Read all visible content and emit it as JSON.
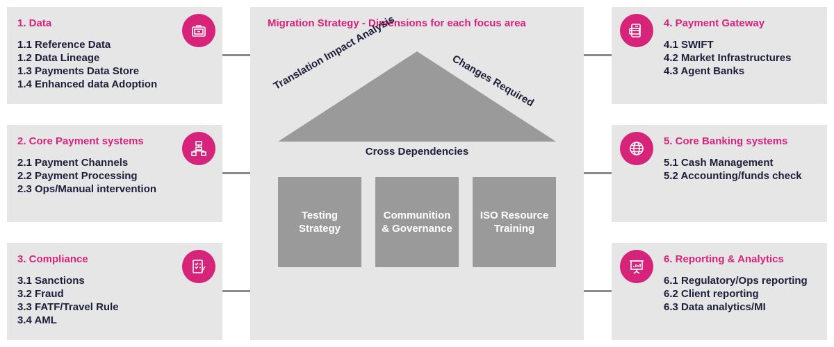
{
  "center": {
    "title": "Migration Strategy - Dimensions for each focus area",
    "roof_left": "Translation Impact Analysis",
    "roof_right": "Changes Required",
    "cross_dependencies": "Cross Dependencies",
    "pillars": [
      "Testing\nStrategy",
      "Communition\n& Governance",
      "ISO Resource\nTraining"
    ]
  },
  "panels": [
    {
      "title": "1. Data",
      "icon": "briefcase-icon",
      "items": [
        "1.1 Reference Data",
        "1.2 Data Lineage",
        "1.3 Payments Data Store",
        "1.4 Enhanced data Adoption"
      ]
    },
    {
      "title": "2. Core Payment systems",
      "icon": "flowchart-icon",
      "items": [
        "2.1 Payment Channels",
        "2.2 Payment Processing",
        "2.3 Ops/Manual intervention"
      ]
    },
    {
      "title": "3. Compliance",
      "icon": "checklist-icon",
      "items": [
        "3.1 Sanctions",
        "3.2 Fraud",
        "3.3 FATF/Travel Rule",
        "3.4 AML"
      ]
    },
    {
      "title": "4. Payment Gateway",
      "icon": "card-payment-icon",
      "items": [
        "4.1 SWIFT",
        "4.2 Market Infrastructures",
        "4.3 Agent Banks"
      ]
    },
    {
      "title": "5. Core Banking systems",
      "icon": "globe-icon",
      "items": [
        "5.1 Cash Management",
        "5.2 Accounting/funds check"
      ]
    },
    {
      "title": "6. Reporting & Analytics",
      "icon": "presentation-chart-icon",
      "items": [
        "6.1 Regulatory/Ops reporting",
        "6.2 Client reporting",
        "6.3 Data analytics/MI"
      ]
    }
  ],
  "colors": {
    "accent": "#d6247a",
    "panel_bg": "#e6e6e6",
    "pillar_bg": "#9a9a9a",
    "roof": "#9a9a9a",
    "text": "#1d1f3a"
  }
}
